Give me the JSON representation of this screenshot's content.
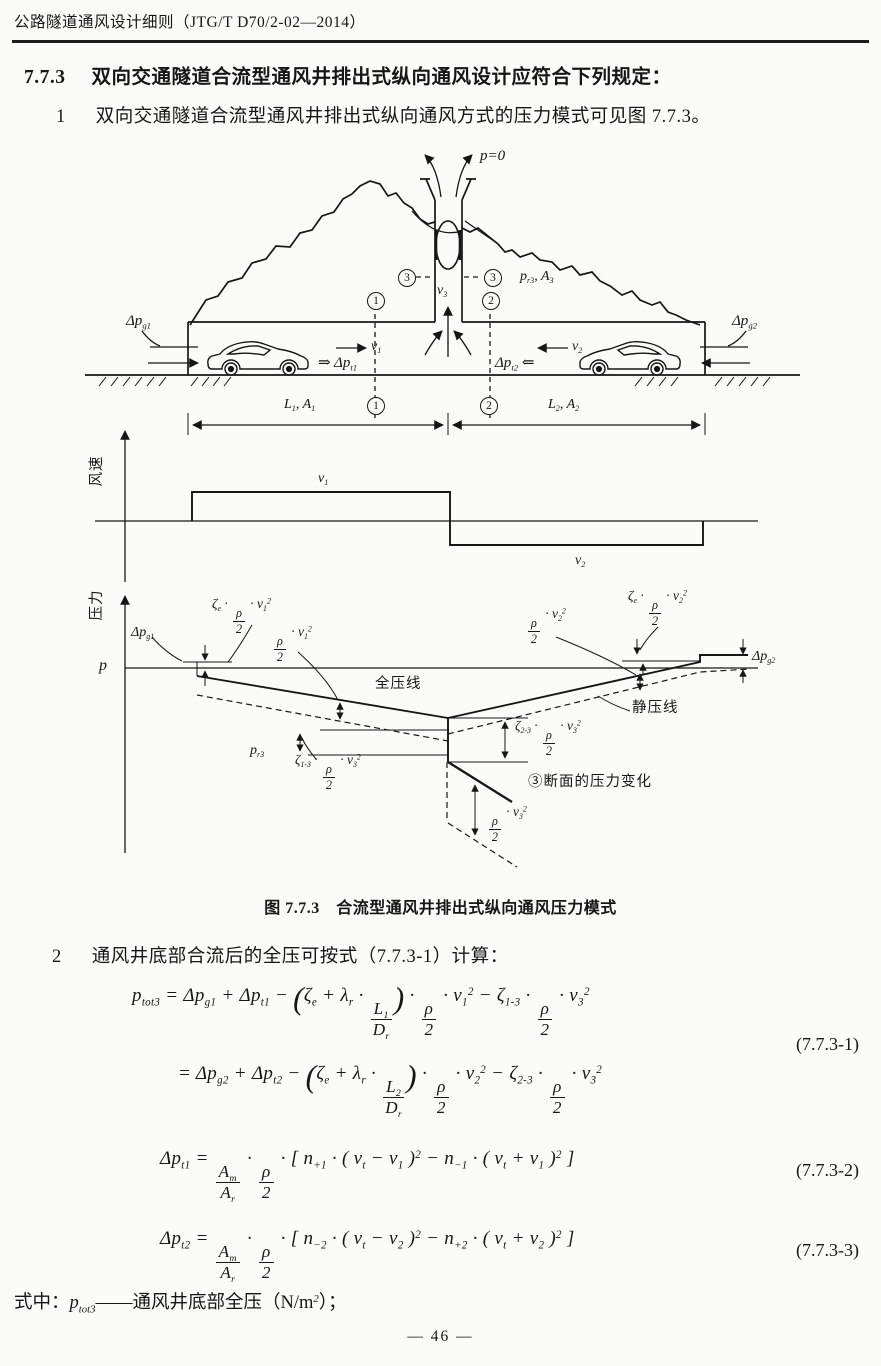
{
  "ink": "#161616",
  "paper": "#fbfbf9",
  "header": {
    "title": "公路隧道通风设计细则（JTG/T D70/2-02—2014）"
  },
  "section": {
    "number": "7.7.3",
    "title": "双向交通隧道合流型通风井排出式纵向通风设计应符合下列规定："
  },
  "item1": {
    "number": "1",
    "text": "双向交通隧道合流型通风井排出式纵向通风方式的压力模式可见图 7.7.3。"
  },
  "item2": {
    "number": "2",
    "text": "通风井底部合流后的全压可按式（7.7.3-1）计算："
  },
  "figure": {
    "caption": "图 7.7.3　合流型通风井排出式纵向通风压力模式",
    "sections": {
      "s1": "1",
      "s2": "2",
      "s3": "3"
    },
    "labels": {
      "p0": "p=0",
      "dpg1_top": "Δp_{g1}",
      "dpg2_top": "Δp_{g2}",
      "pr3A3": "p_{r3}, A_{3}",
      "v3": "v_{3}",
      "v1_flow": "v_{1}",
      "dpt1": "⇒ Δp_{t1}",
      "dpt2": "Δp_{t2} ⇐",
      "v2_flow": "v_{2}",
      "L1A1": "L_{1}, A_{1}",
      "L2A2": "L_{2}, A_{2}",
      "speed_axis": "风速",
      "v1_step": "v_{1}",
      "v2_step": "v_{2}",
      "pressure_axis": "压力",
      "p_axis": "p",
      "dpg1_chart": "Δp_{g1}",
      "zeta_e_v1": "ζ_{e} · \\frac{ρ}{2} · v_{1}^{2}",
      "rho_v1": "\\frac{ρ}{2} · v_{1}^{2}",
      "total_line": "全压线",
      "pr3": "p_{r3}",
      "zeta13": "ζ_{1-3} · \\frac{ρ}{2} · v_{3}^{2}",
      "zeta23": "ζ_{2-3} · \\frac{ρ}{2} · v_{3}^{2}",
      "static_line": "静压线",
      "sec3_change": "③断面的压力变化",
      "rho_v3": "\\frac{ρ}{2} · v_{3}^{2}",
      "zeta_e_v2": "ζ_{e} · \\frac{ρ}{2} · v_{2}^{2}",
      "rho_v2": "\\frac{ρ}{2} · v_{2}^{2}",
      "dpg2_chart": "Δp_{g2}"
    }
  },
  "equations": [
    {
      "lines": [
        "p_{tot3} = Δp_{g1} + Δp_{t1} − \\left(ζ_{e} + λ_{r} · \\frac{L_{1}}{D_{r}}\\right) · \\frac{ρ}{2} · v_{1}^{2} − ζ_{1-3} · \\frac{ρ}{2} · v_{3}^{2}",
        "= Δp_{g2} + Δp_{t2} − \\left(ζ_{e} + λ_{r} · \\frac{L_{2}}{D_{r}}\\right) · \\frac{ρ}{2} · v_{2}^{2} − ζ_{2-3} · \\frac{ρ}{2} · v_{3}^{2}"
      ],
      "number": "(7.7.3-1)"
    },
    {
      "lines": [
        "Δp_{t1} = \\frac{A_{m}}{A_{r}} · \\frac{ρ}{2} · [ n_{+1} · ( v_{t} − v_{1} )^{2} − n_{−1} · ( v_{t} + v_{1} )^{2} ]"
      ],
      "number": "(7.7.3-2)"
    },
    {
      "lines": [
        "Δp_{t2} = \\frac{A_{m}}{A_{r}} · \\frac{ρ}{2} · [ n_{−2} · ( v_{t} − v_{2} )^{2} − n_{+2} · ( v_{t} + v_{2} )^{2} ]"
      ],
      "number": "(7.7.3-3)"
    }
  ],
  "where": {
    "prefix": "式中：",
    "symbol": "p_{tot3}",
    "rest": "——通风井底部全压（N/m^{2}）；"
  },
  "footer": {
    "page_number": "— 46 —"
  }
}
